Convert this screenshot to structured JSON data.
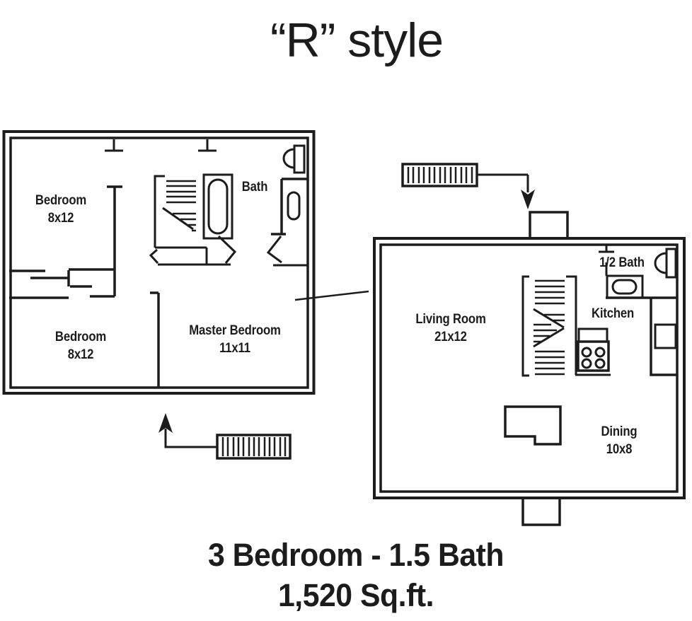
{
  "title": "“R” style",
  "plans": {
    "upper": {
      "bedroom_top": {
        "name": "Bedroom",
        "dims": "8x12"
      },
      "bedroom_bottom": {
        "name": "Bedroom",
        "dims": "8x12"
      },
      "master_bedroom": {
        "name": "Master Bedroom",
        "dims": "11x11"
      },
      "bath": {
        "name": "Bath"
      }
    },
    "main": {
      "living_room": {
        "name": "Living Room",
        "dims": "21x12"
      },
      "kitchen": {
        "name": "Kitchen"
      },
      "half_bath": {
        "name": "1/2 Bath"
      },
      "dining": {
        "name": "Dining",
        "dims": "10x8"
      }
    }
  },
  "footer": {
    "line1": "3 Bedroom - 1.5 Bath",
    "line2": "1,520 Sq.ft."
  },
  "colors": {
    "ink": "#1c1c1c",
    "background": "#ffffff"
  }
}
